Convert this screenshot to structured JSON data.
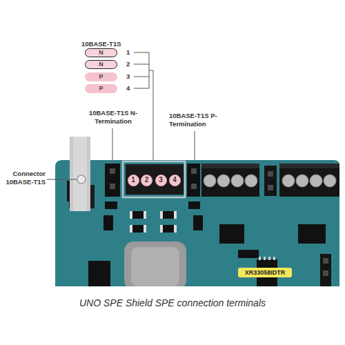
{
  "diagram": {
    "caption": "UNO SPE Shield SPE connection terminals",
    "nodes": [
      {
        "text": [
          "N"
        ]
      },
      {
        "text": [
          "N"
        ]
      },
      {
        "text": [
          "P"
        ]
      },
      {
        "text": [
          "P"
        ]
      },
      {
        "text": [
          "1"
        ]
      },
      {
        "text": [
          "2"
        ]
      },
      {
        "text": [
          "3"
        ]
      },
      {
        "text": [
          "4"
        ]
      },
      {
        "text": [
          "XR33058IDTR"
        ]
      }
    ],
    "labels": [
      "10BASE-T1S",
      "1",
      "2",
      "3",
      "4",
      "10BASE-T1S N-Termination",
      "10BASE-T1S P-Termination",
      "Connector 10BASE-T1S"
    ]
  }
}
